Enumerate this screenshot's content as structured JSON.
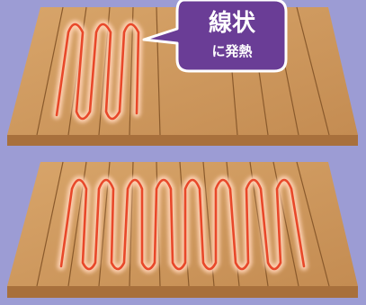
{
  "colors": {
    "background": "#9c9cd4",
    "board_top": "#cf9a5e",
    "board_top_light": "#dcaa6e",
    "board_edge": "#a8703c",
    "board_groove": "#8a5a2c",
    "heater_glow": "#ffd2b4",
    "heater_core": "#e8482a",
    "callout_fill": "#6a3d96",
    "callout_stroke": "#ffffff"
  },
  "callout": {
    "title": "線状",
    "subtitle": "に発熱"
  },
  "panels": [
    {
      "name": "top-floor",
      "heater_pattern": "serpentine-3-loops"
    },
    {
      "name": "bottom-floor",
      "heater_pattern": "serpentine-8-loops"
    }
  ]
}
